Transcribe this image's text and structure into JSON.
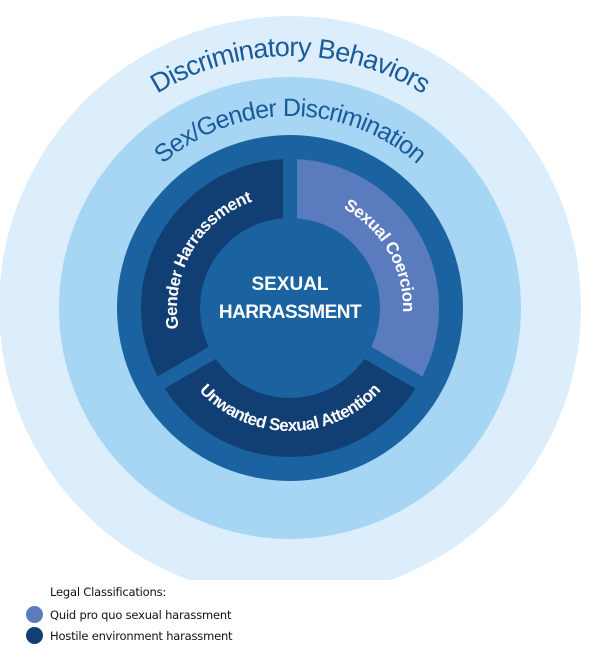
{
  "diagram": {
    "rings": [
      {
        "label": "Discriminatory Behaviors",
        "color": "#DCEEFB",
        "text_color": "#1A5A9A"
      },
      {
        "label": "Sex/Gender Discrimination",
        "color": "#A6D6F4",
        "text_color": "#1A5A9A"
      }
    ],
    "ring_core_color": "#1A62A0",
    "center": {
      "line1": "SEXUAL",
      "line2": "HARRASSMENT",
      "color": "#1A62A0",
      "text_color": "#FFFFFF"
    },
    "segments": [
      {
        "label": "Sexual Coercion",
        "color": "#5A7BBE",
        "classification": "quid-pro-quo"
      },
      {
        "label": "Unwanted Sexual Attention",
        "color": "#123F73",
        "classification": "hostile-environment"
      },
      {
        "label": "Gender Harrassment",
        "color": "#123F73",
        "classification": "hostile-environment"
      }
    ]
  },
  "legend": {
    "title": "Legal Classifications:",
    "items": [
      {
        "label": "Quid pro quo sexual harassment",
        "color": "#5A7BBE"
      },
      {
        "label": "Hostile environment harassment",
        "color": "#123F73"
      }
    ]
  }
}
